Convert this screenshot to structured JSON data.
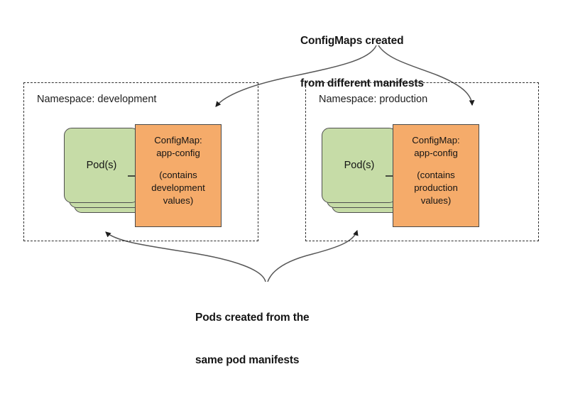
{
  "diagram": {
    "title_top": "ConfigMaps created from different manifests",
    "title_bottom": "Pods created from the same pod manifests",
    "captions": {
      "top": {
        "line1": "ConfigMaps created",
        "line2": "from different manifests"
      },
      "bottom": {
        "line1": "Pods created from the",
        "line2": "same pod manifests"
      }
    },
    "panels": [
      {
        "id": "development",
        "namespace_label": "Namespace: development",
        "pod": {
          "label": "Pod(s)",
          "stack_count": 3
        },
        "configmap": {
          "title_line1": "ConfigMap:",
          "title_line2": "app-config",
          "sub_line1": "(contains",
          "sub_line2": "development",
          "sub_line3": "values)"
        }
      },
      {
        "id": "production",
        "namespace_label": "Namespace: production",
        "pod": {
          "label": "Pod(s)",
          "stack_count": 3
        },
        "configmap": {
          "title_line1": "ConfigMap:",
          "title_line2": "app-config",
          "sub_line1": "(contains",
          "sub_line2": "production",
          "sub_line3": "values)"
        }
      }
    ],
    "colors": {
      "pod_fill": "#c6dca7",
      "configmap_fill": "#f5ab6a",
      "box_stroke": "#4a4a4a",
      "panel_stroke": "#2f2f2f",
      "arrow_stroke": "#565656",
      "text": "#161616",
      "background": "#ffffff"
    }
  }
}
